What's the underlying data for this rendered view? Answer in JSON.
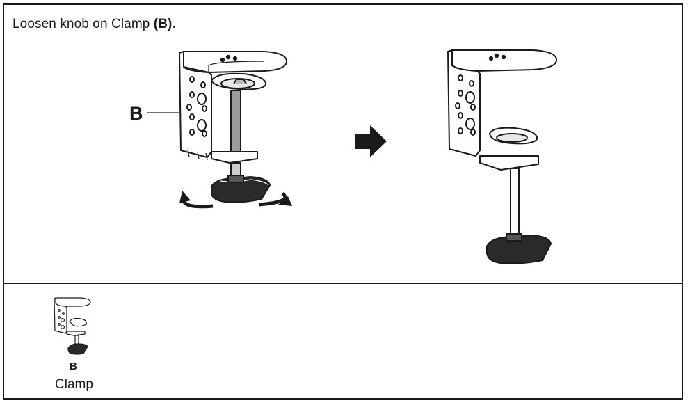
{
  "instruction": {
    "text_before": "Loosen knob on Clamp ",
    "part_ref": "(B)",
    "text_after": "."
  },
  "figure": {
    "callout_label": "B"
  },
  "parts": [
    {
      "letter": "B",
      "name": "Clamp"
    }
  ]
}
